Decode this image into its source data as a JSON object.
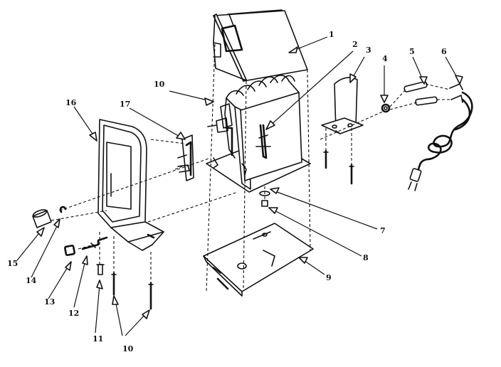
{
  "callouts": [
    {
      "key": "c1",
      "text": "1"
    },
    {
      "key": "c2",
      "text": "2"
    },
    {
      "key": "c3",
      "text": "3"
    },
    {
      "key": "c4",
      "text": "4"
    },
    {
      "key": "c5",
      "text": "5"
    },
    {
      "key": "c6",
      "text": "6"
    },
    {
      "key": "c7",
      "text": "7"
    },
    {
      "key": "c8",
      "text": "8"
    },
    {
      "key": "c9",
      "text": "9"
    },
    {
      "key": "c10a",
      "text": "10"
    },
    {
      "key": "c10b",
      "text": "10"
    },
    {
      "key": "c11",
      "text": "11"
    },
    {
      "key": "c12",
      "text": "12"
    },
    {
      "key": "c13",
      "text": "13"
    },
    {
      "key": "c14",
      "text": "14"
    },
    {
      "key": "c15",
      "text": "15"
    },
    {
      "key": "c16",
      "text": "16"
    },
    {
      "key": "c17",
      "text": "17"
    }
  ]
}
